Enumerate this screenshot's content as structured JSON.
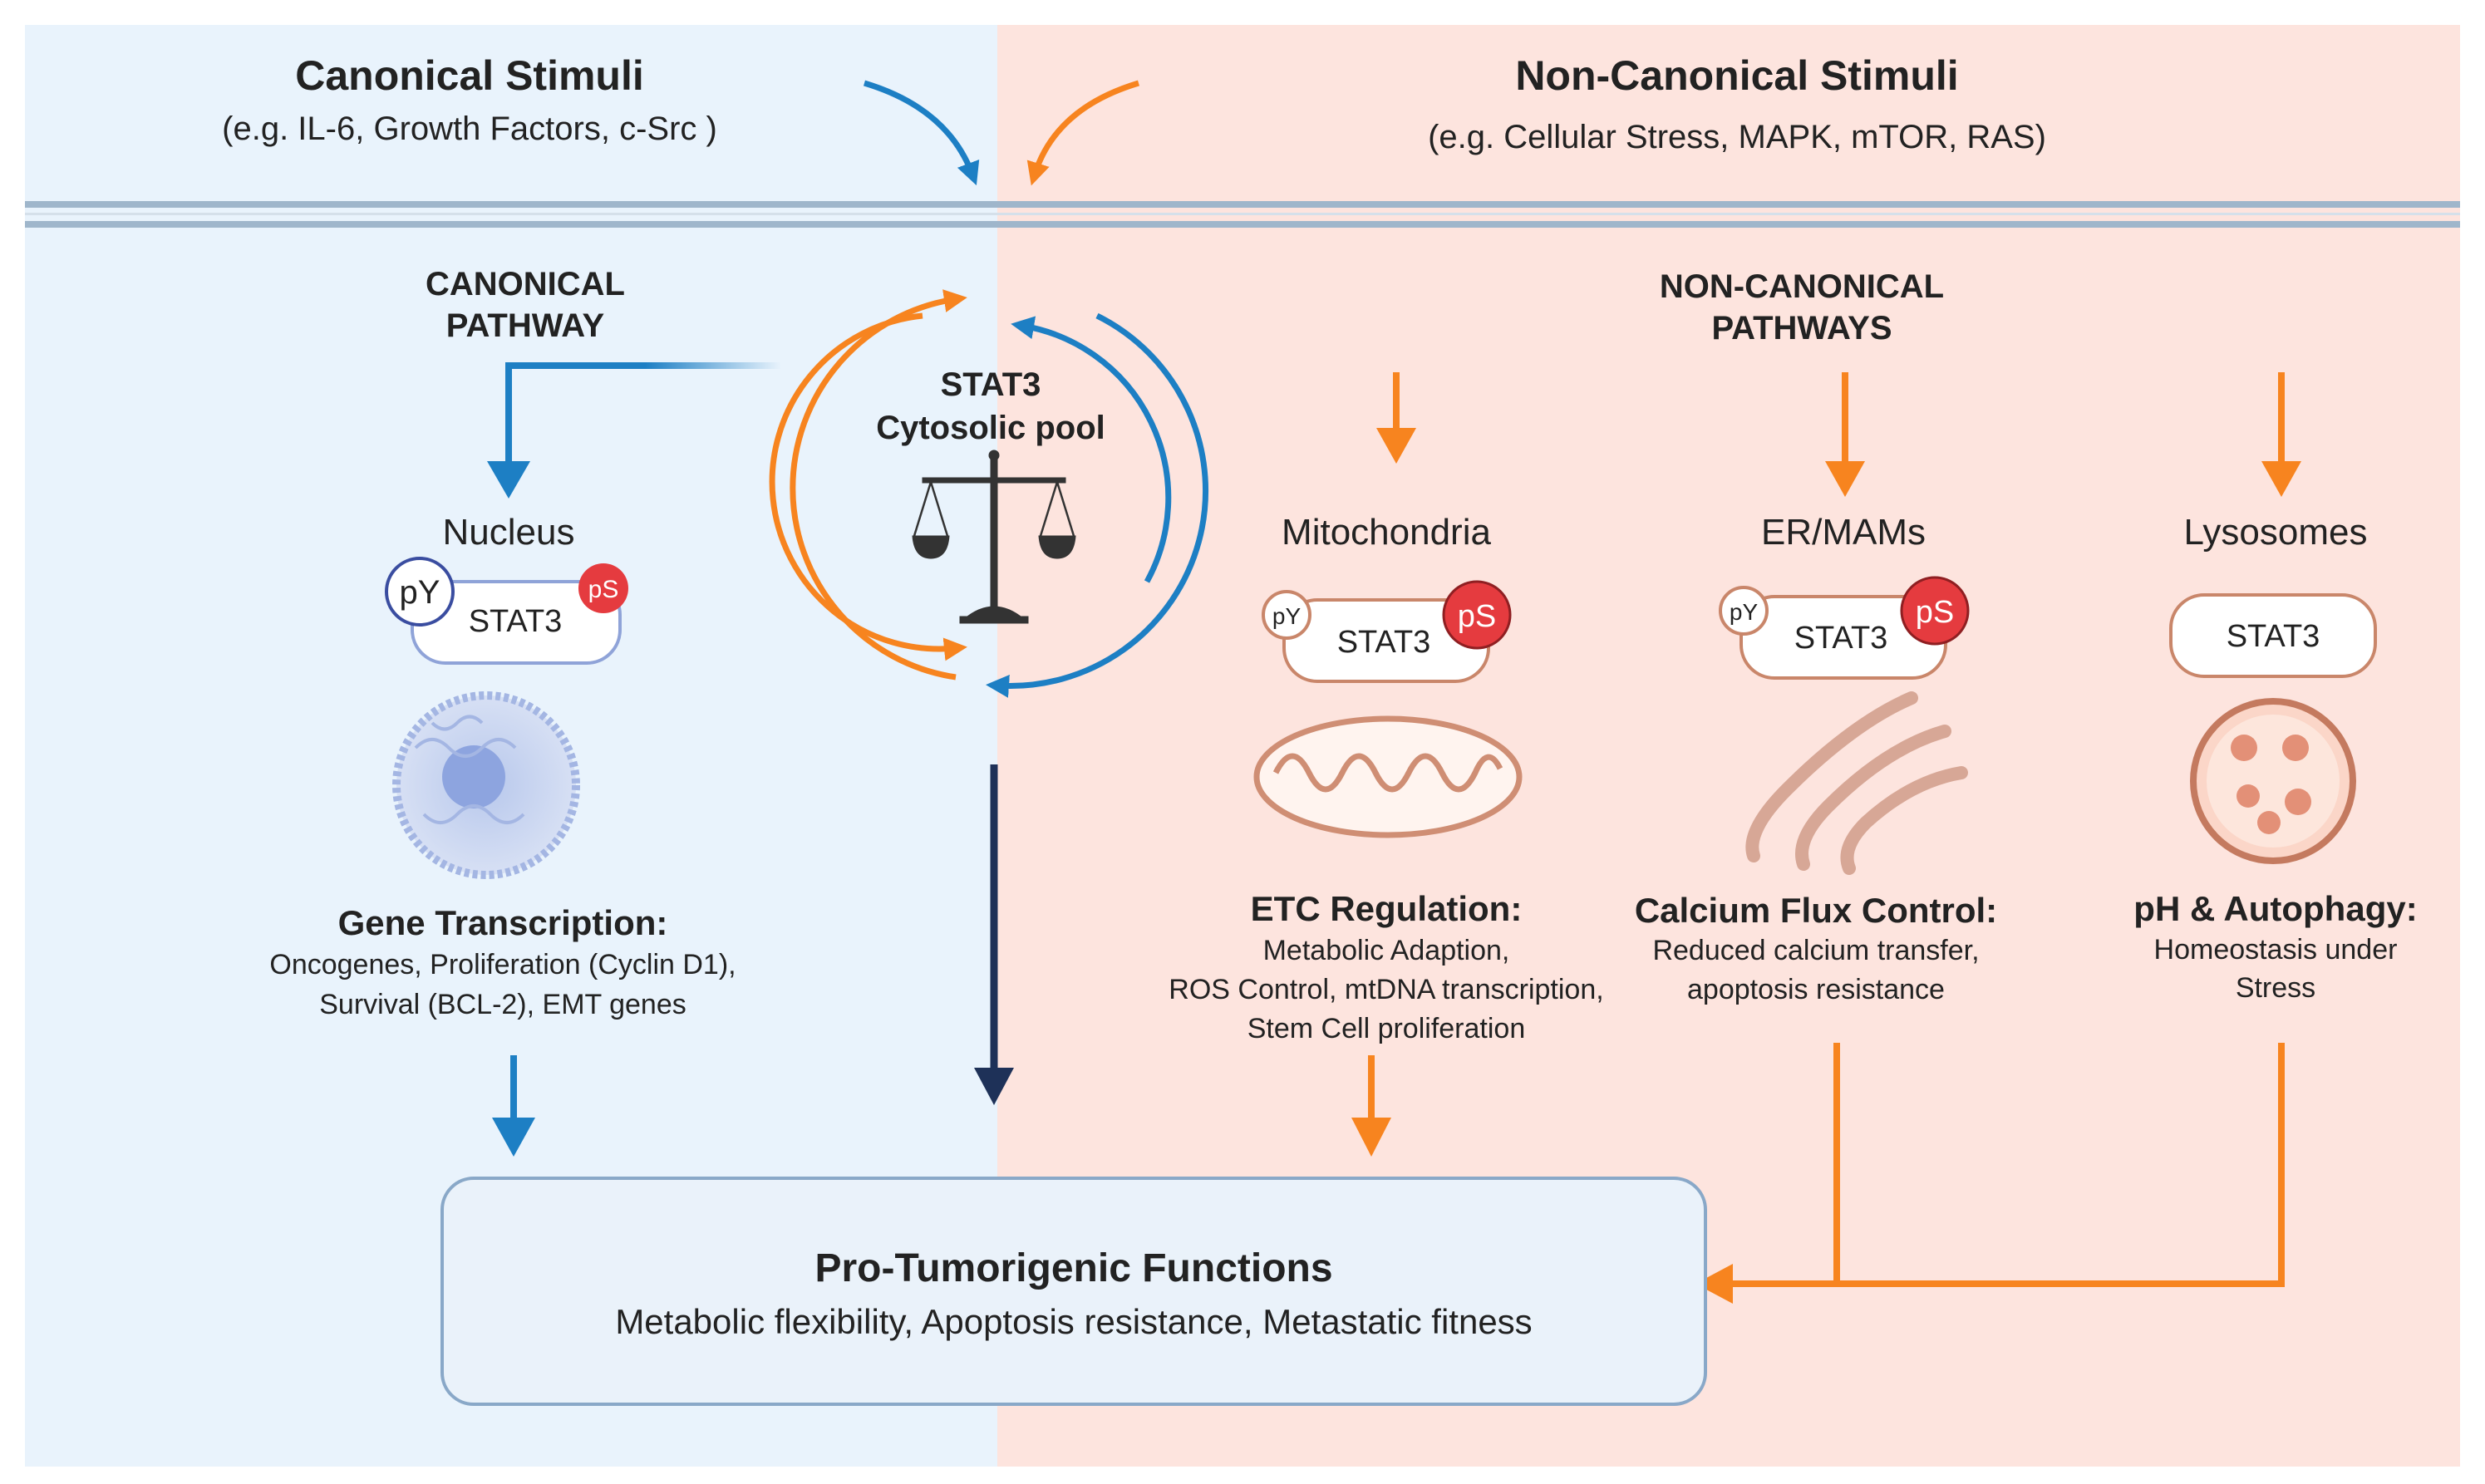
{
  "colors": {
    "canonical_bg": "#e9f3fc",
    "noncanonical_bg": "#fde4de",
    "membrane": "#9fb6cb",
    "blue_arrow": "#1d7fc4",
    "navy_arrow": "#1e3158",
    "orange_arrow": "#f7841f",
    "stat_red": "#e53b3f",
    "organelle_outline": "#d59a85",
    "nucleus": "#9fb4e0"
  },
  "stimuli": {
    "canonical_title": "Canonical Stimuli",
    "canonical_examples": "(e.g. IL-6, Growth Factors, c-Src )",
    "noncanonical_title": "Non-Canonical Stimuli",
    "noncanonical_examples": "(e.g. Cellular Stress, MAPK, mTOR, RAS)"
  },
  "pathways": {
    "canonical_line1": "CANONICAL",
    "canonical_line2": "PATHWAY",
    "noncanonical_line1": "NON-CANONICAL",
    "noncanonical_line2": "PATHWAYS"
  },
  "pool": {
    "line1": "STAT3",
    "line2": "Cytosolic pool",
    "icon": "balance-scale-icon"
  },
  "nucleus": {
    "title": "Nucleus",
    "py": "pY",
    "ps": "pS",
    "stat": "STAT3",
    "heading": "Gene Transcription:",
    "lines": [
      "Oncogenes, Proliferation (Cyclin D1),",
      "Survival (BCL-2), EMT genes"
    ]
  },
  "mito": {
    "title": "Mitochondria",
    "py": "pY",
    "ps": "pS",
    "stat": "STAT3",
    "heading": "ETC Regulation:",
    "lines": [
      "Metabolic Adaption,",
      "ROS Control, mtDNA transcription,",
      "Stem Cell proliferation"
    ]
  },
  "er": {
    "title": "ER/MAMs",
    "py": "pY",
    "ps": "pS",
    "stat": "STAT3",
    "heading": "Calcium Flux Control:",
    "lines": [
      "Reduced calcium transfer,",
      "apoptosis resistance"
    ]
  },
  "lyso": {
    "title": "Lysosomes",
    "stat": "STAT3",
    "heading": "pH & Autophagy:",
    "lines": [
      "Homeostasis under",
      "Stress"
    ]
  },
  "outcome": {
    "title": "Pro-Tumorigenic Functions",
    "subtitle": "Metabolic flexibility, Apoptosis resistance, Metastatic fitness"
  }
}
